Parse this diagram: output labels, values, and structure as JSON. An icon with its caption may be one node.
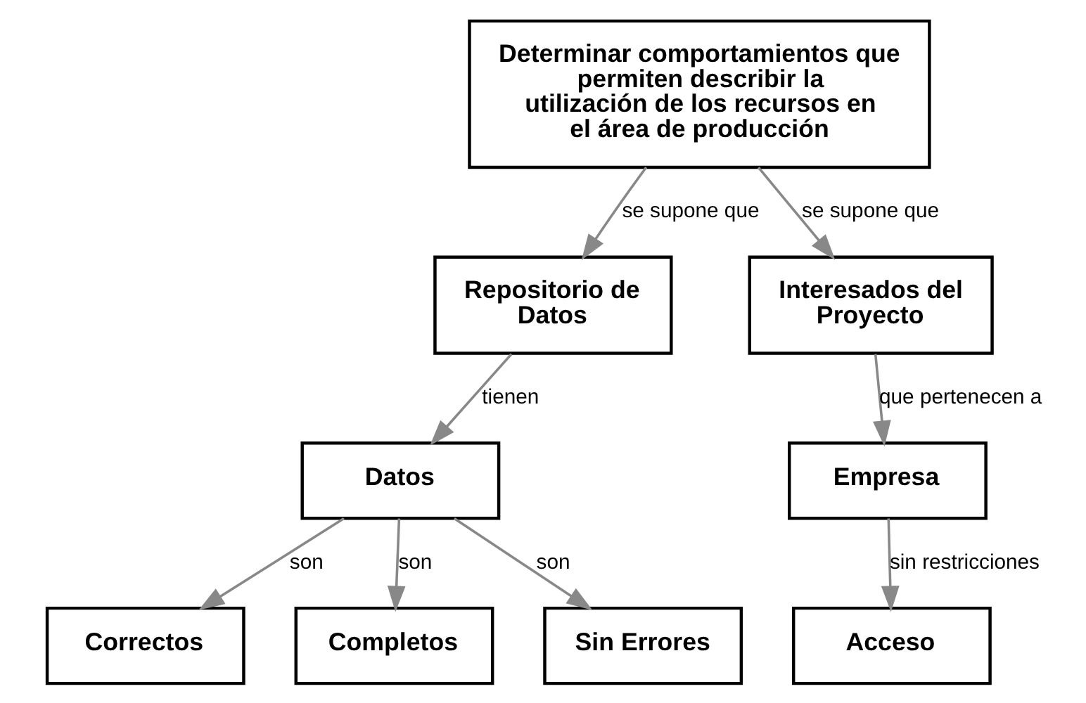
{
  "diagram": {
    "nodes": [
      {
        "text": [
          "Determinar comportamientos que permiten describir la utilización de los recursos en el área de producción"
        ]
      },
      {
        "text": [
          "Repositorio de Datos"
        ]
      },
      {
        "text": [
          "Interesados del Proyecto"
        ]
      },
      {
        "text": [
          "Datos"
        ]
      },
      {
        "text": [
          "Empresa"
        ]
      },
      {
        "text": [
          "Correctos"
        ]
      },
      {
        "text": [
          "Completos"
        ]
      },
      {
        "text": [
          "Sin Errores"
        ]
      },
      {
        "text": [
          "Acceso"
        ]
      }
    ],
    "edges": [
      {
        "from": 0,
        "to": 1,
        "arrow": "to",
        "label": "se supone que"
      },
      {
        "from": 0,
        "to": 2,
        "arrow": "to",
        "label": "se supone que"
      },
      {
        "from": 1,
        "to": 3,
        "arrow": "to",
        "label": "tienen"
      },
      {
        "from": 2,
        "to": 4,
        "arrow": "to",
        "label": "que pertenecen a"
      },
      {
        "from": 3,
        "to": 5,
        "arrow": "to",
        "label": "son"
      },
      {
        "from": 3,
        "to": 6,
        "arrow": "to",
        "label": "son"
      },
      {
        "from": 3,
        "to": 7,
        "arrow": "to",
        "label": "son"
      },
      {
        "from": 4,
        "to": 8,
        "arrow": "to",
        "label": "sin restricciones"
      }
    ]
  }
}
